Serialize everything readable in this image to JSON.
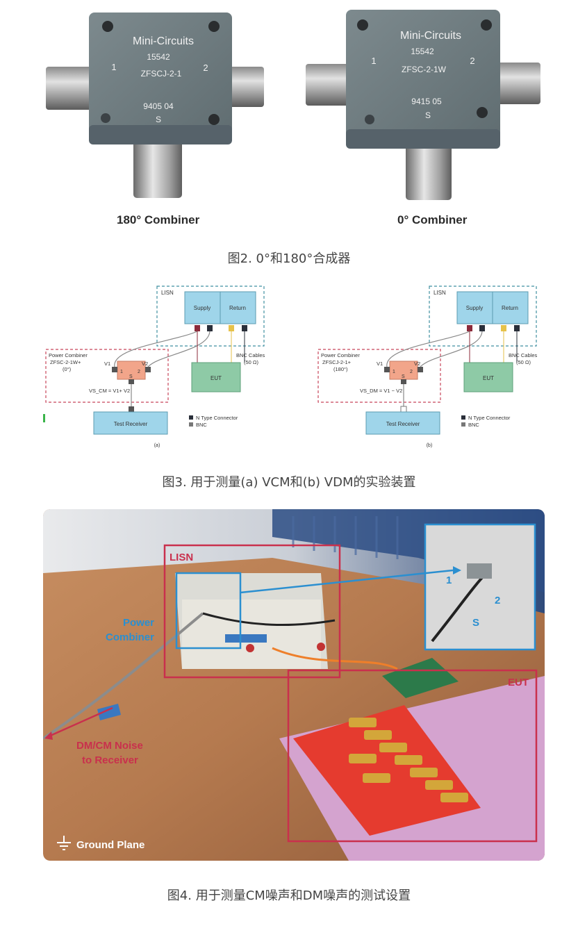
{
  "fig2": {
    "left": {
      "brand": "Mini-Circuits",
      "part_no": "15542",
      "model": "ZFSCJ-2-1",
      "port1": "1",
      "port2": "2",
      "date_code": "9405 04",
      "sum_port": "S",
      "label": "180° Combiner"
    },
    "right": {
      "brand": "Mini-Circuits",
      "part_no": "15542",
      "model": "ZFSC-2-1W",
      "port1": "1",
      "port2": "2",
      "date_code": "9415 05",
      "sum_port": "S",
      "label": "0° Combiner"
    },
    "caption": "图2. 0°和180°合成器"
  },
  "fig3": {
    "a": {
      "lisn": "LISN",
      "supply": "Supply",
      "return": "Return",
      "combiner_title": "Power Combiner",
      "combiner_model": "ZFSC-2-1W+",
      "combiner_angle": "(0°)",
      "v1": "V1",
      "v2": "V2",
      "p1": "1",
      "p2": "2",
      "ps": "S",
      "formula": "VS_CM = V1+ V2",
      "cables_1": "BNC Cables",
      "cables_2": "(50 Ω)",
      "eut": "EUT",
      "receiver": "Test Receiver",
      "legend_n": "N Type Connector",
      "legend_bnc": "BNC",
      "panel": "(a)"
    },
    "b": {
      "lisn": "LISN",
      "supply": "Supply",
      "return": "Return",
      "combiner_title": "Power Combiner",
      "combiner_model": "ZFSCJ-2-1+",
      "combiner_angle": "(180°)",
      "v1": "V1",
      "v2": "V2",
      "p1": "1",
      "p2": "2",
      "ps": "S",
      "formula": "VS_DM = V1 − V2",
      "cables_1": "BNC Cables",
      "cables_2": "(50 Ω)",
      "eut": "EUT",
      "receiver": "Test Receiver",
      "legend_n": "N Type Connector",
      "legend_bnc": "BNC",
      "panel": "(b)"
    },
    "caption": "图3. 用于测量(a) VCM和(b) VDM的实验装置"
  },
  "fig4": {
    "lisn": "LISN",
    "power_combiner_1": "Power",
    "power_combiner_2": "Combiner",
    "eut": "EUT",
    "noise_1": "DM/CM Noise",
    "noise_2": "to Receiver",
    "ground": "Ground Plane",
    "inset_1": "1",
    "inset_2": "2",
    "inset_s": "S",
    "caption": "图4. 用于测量CM噪声和DM噪声的测试设置"
  },
  "colors": {
    "combiner_body": "#6f7c80",
    "lisn_box": "#3f8fa0",
    "combiner_box": "#c8455b",
    "supply_fill": "#9fd5ea",
    "eut_fill": "#8ecaa6",
    "combiner_fill": "#f2a58a",
    "photo_red": "#c9304d",
    "photo_blue": "#2b8fd0"
  }
}
